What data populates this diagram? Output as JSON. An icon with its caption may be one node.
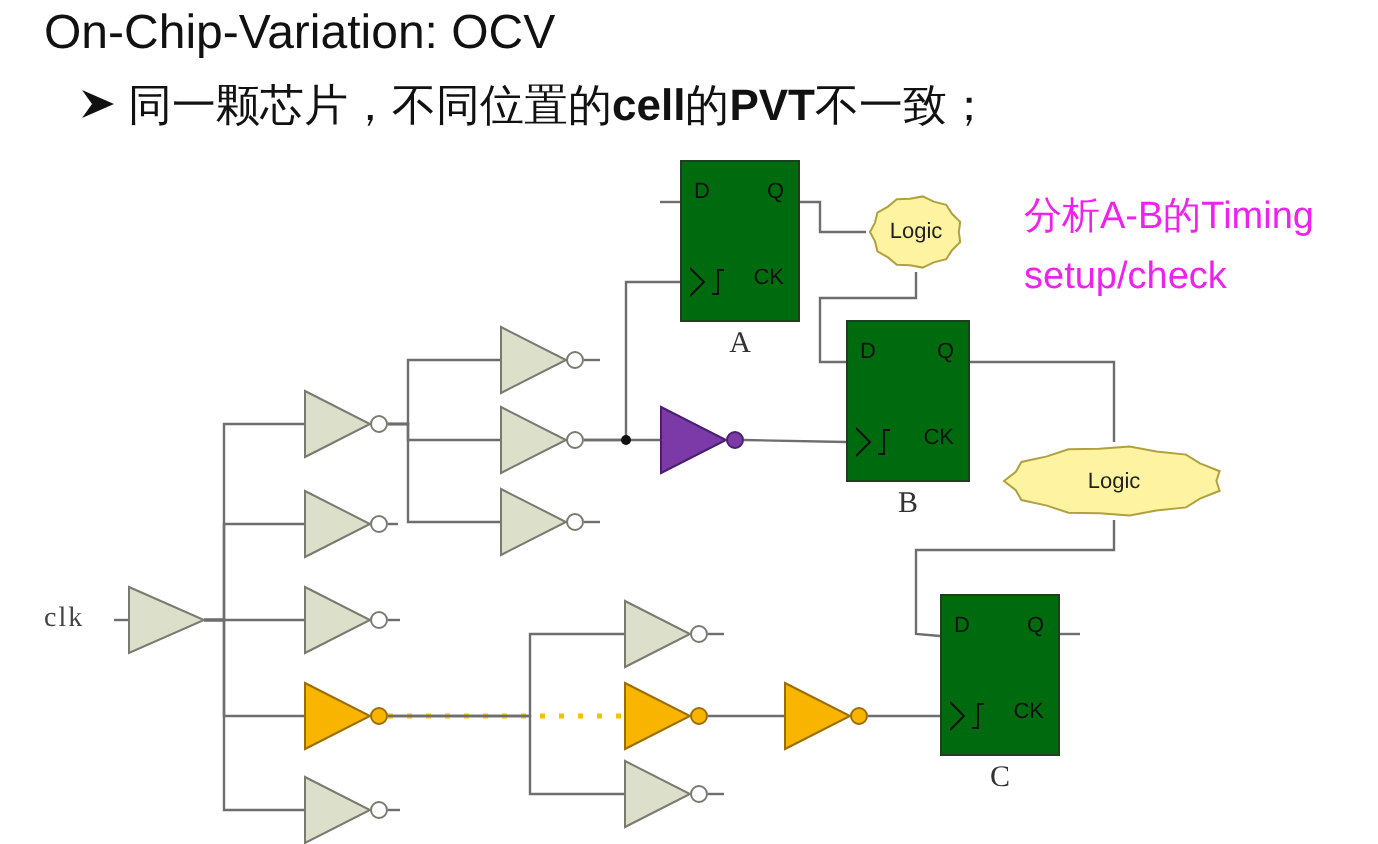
{
  "diagram": {
    "title": "On-Chip-Variation: OCV",
    "nodes": [
      {
        "text": [
          "D",
          "Q",
          "CK"
        ],
        "beside": [
          "A"
        ]
      },
      {
        "text": [
          "Logic"
        ]
      },
      {
        "text": [
          "D",
          "Q",
          "CK"
        ],
        "beside": [
          "B"
        ]
      },
      {
        "text": [
          "Logic"
        ]
      },
      {
        "text": [
          "D",
          "Q",
          "CK"
        ],
        "beside": [
          "C"
        ]
      },
      {
        "text": [
          "clk"
        ]
      },
      {
        "text": [],
        "shape": "triangle"
      },
      {
        "text": [],
        "shape": "triangle"
      },
      {
        "text": [],
        "shape": "triangle"
      },
      {
        "text": [],
        "shape": "triangle"
      },
      {
        "text": [],
        "shape": "triangle"
      },
      {
        "text": [],
        "shape": "triangle"
      },
      {
        "text": [],
        "shape": "triangle"
      },
      {
        "text": [],
        "shape": "triangle"
      },
      {
        "text": [],
        "shape": "triangle"
      },
      {
        "text": [],
        "shape": "triangle"
      },
      {
        "text": [],
        "shape": "triangle"
      },
      {
        "text": [],
        "shape": "triangle"
      },
      {
        "text": [],
        "shape": "triangle"
      },
      {
        "text": [],
        "shape": "triangle"
      }
    ],
    "edges": [
      {
        "from": 5,
        "to": 6,
        "arrow": "none"
      },
      {
        "from": 6,
        "to": 7,
        "arrow": "none"
      },
      {
        "from": 6,
        "to": 8,
        "arrow": "none"
      },
      {
        "from": 6,
        "to": 9,
        "arrow": "none"
      },
      {
        "from": 6,
        "to": 10,
        "arrow": "none"
      },
      {
        "from": 6,
        "to": 11,
        "arrow": "none"
      },
      {
        "from": 7,
        "to": 12,
        "arrow": "none"
      },
      {
        "from": 7,
        "to": 13,
        "arrow": "none"
      },
      {
        "from": 7,
        "to": 14,
        "arrow": "none"
      },
      {
        "from": 13,
        "to": 0,
        "arrow": "none"
      },
      {
        "from": 13,
        "to": 15,
        "arrow": "none"
      },
      {
        "from": 15,
        "to": 2,
        "arrow": "none"
      },
      {
        "from": 0,
        "to": 1,
        "arrow": "none"
      },
      {
        "from": 1,
        "to": 2,
        "arrow": "none"
      },
      {
        "from": 2,
        "to": 3,
        "arrow": "none"
      },
      {
        "from": 3,
        "to": 4,
        "arrow": "none"
      },
      {
        "from": 10,
        "to": 16,
        "arrow": "none"
      },
      {
        "from": 10,
        "to": 17,
        "arrow": "none",
        "style": "dashed",
        "color": "#f5c000"
      },
      {
        "from": 10,
        "to": 18,
        "arrow": "none"
      },
      {
        "from": 17,
        "to": 19,
        "arrow": "none"
      },
      {
        "from": 19,
        "to": 4,
        "arrow": "none"
      }
    ],
    "labels": [
      "同一颗芯片，不同位置的**cell**的**PVT**不一致；",
      "分析A-B的Timing setup/check"
    ]
  }
}
